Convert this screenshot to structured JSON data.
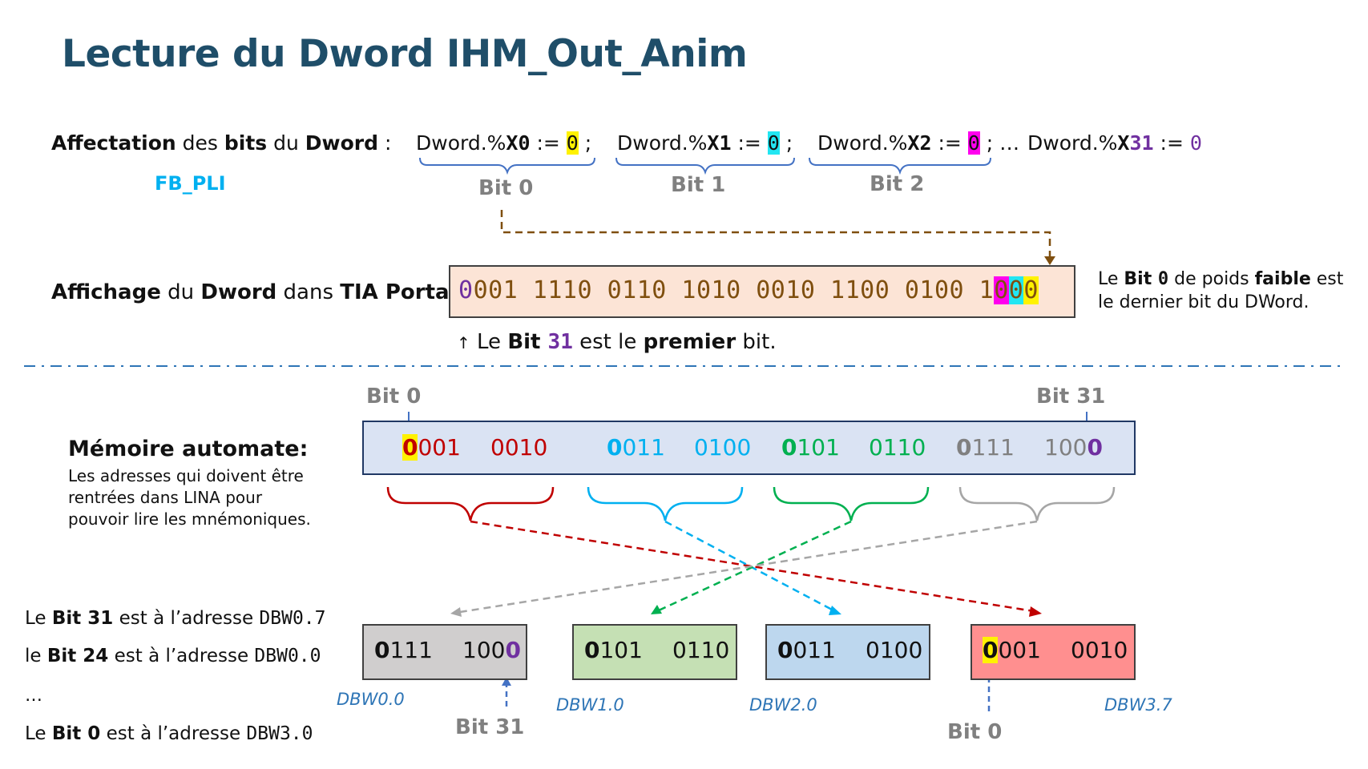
{
  "title": "Lecture du Dword IHM_Out_Anim",
  "affect": {
    "label_a": "Affectation",
    "label_b": " des ",
    "label_c": "bits",
    "label_d": " du ",
    "label_e": "Dword",
    "label_f": " :",
    "fb": "FB_PLI",
    "items": [
      {
        "pre": "Dword.%",
        "x": "X0",
        "mid": " := ",
        "val": "0",
        "sep": " ;"
      },
      {
        "pre": "Dword.%",
        "x": "X1",
        "mid": " := ",
        "val": "0",
        "sep": " ;"
      },
      {
        "pre": "Dword.%",
        "x": "X2",
        "mid": " := ",
        "val": "0",
        "sep": " ; … "
      },
      {
        "pre": "Dword.%",
        "x": "X",
        "x31": "31",
        "mid": " := ",
        "val": "0",
        "sep": ""
      }
    ],
    "bits": [
      "Bit 0",
      "Bit 1",
      "Bit 2"
    ]
  },
  "tia": {
    "label_a": "Affichage",
    "label_b": " du ",
    "label_c": "Dword",
    "label_d": " dans ",
    "label_e": "TIA Portal",
    "label_f": " :",
    "v_first": "0",
    "v_main": "001 1110 0110 1010 0010 1100 0100 1",
    "v_b2": "0",
    "v_b1": "0",
    "v_b0": "0",
    "note_right_1a": "Le ",
    "note_right_1b": "Bit ",
    "note_right_1c": "0",
    "note_right_1d": " de poids ",
    "note_right_1e": "faible",
    "note_right_1f": " est",
    "note_right_2": "le dernier bit du DWord.",
    "arrow": "↑",
    "note_below_a": " Le ",
    "note_below_b": "Bit ",
    "note_below_c": "31",
    "note_below_d": " est le ",
    "note_below_e": "premier",
    "note_below_f": " bit."
  },
  "memory": {
    "title": "Mémoire automate:",
    "desc": [
      "Les adresses qui doivent être",
      "rentrées dans LINA pour",
      "pouvoir lire les mnémoniques."
    ],
    "bit0": "Bit 0",
    "bit31": "Bit 31",
    "nibbles": [
      {
        "first": "0",
        "rest": "001",
        "color": "#c00000"
      },
      {
        "text": "0010",
        "color": "#c00000"
      },
      {
        "first": "0",
        "rest": "011",
        "color": "#00b0f0"
      },
      {
        "text": "0100",
        "color": "#00b0f0"
      },
      {
        "first": "0",
        "rest": "101",
        "color": "#00b050"
      },
      {
        "text": "0110",
        "color": "#00b050"
      },
      {
        "first": "0",
        "rest": "111",
        "color": "#808080"
      },
      {
        "main": "100",
        "last": "0",
        "color": "#808080"
      }
    ]
  },
  "notes": [
    {
      "a": "Le ",
      "b": "Bit 31",
      "c": " est à l’adresse ",
      "d": "DBW0.7"
    },
    {
      "a": "le ",
      "b": "Bit 24",
      "c": " est à l’adresse ",
      "d": "DBW0.0"
    },
    {
      "a": "…"
    },
    {
      "a": "Le ",
      "b": "Bit 0",
      "c": " est à l’adresse ",
      "d": "DBW3.0"
    }
  ],
  "dbw": [
    {
      "first": "0",
      "rest": "111",
      "second_main": "100",
      "second_last": "0",
      "label": "DBW0.0",
      "color": "#d0cece"
    },
    {
      "first": "0",
      "rest": "101",
      "second": "0110",
      "label": "DBW1.0",
      "color": "#c5e0b4"
    },
    {
      "first": "0",
      "rest": "011",
      "second": "0100",
      "label": "DBW2.0",
      "color": "#bdd7ee"
    },
    {
      "first": "0",
      "rest": "001",
      "second": "0010",
      "label": "DBW3.7",
      "color": "#ff8f8f"
    }
  ],
  "dbw_bit31": "Bit 31",
  "dbw_bit0": "Bit 0",
  "colors": {
    "title": "#1f4e69",
    "fb": "#00b0f0",
    "brace": "#4472c4",
    "dashed_brown": "#7f4f0f",
    "separator": "#2e75b6",
    "red": "#c00000",
    "cyan": "#00b0f0",
    "green": "#00b050",
    "grey": "#808080"
  }
}
